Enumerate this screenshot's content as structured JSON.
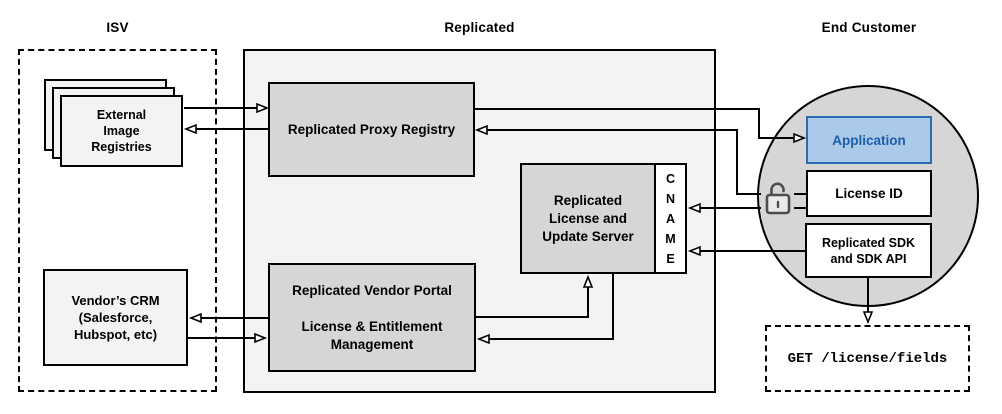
{
  "sections": {
    "isv": {
      "label": "ISV"
    },
    "replicated": {
      "label": "Replicated"
    },
    "end_customer": {
      "label": "End Customer"
    }
  },
  "nodes": {
    "external_image_registries": {
      "label": "External\nImage\nRegistries"
    },
    "replicated_proxy_registry": {
      "label": "Replicated Proxy Registry"
    },
    "replicated_license_update_server": {
      "label": "Replicated\nLicense and\nUpdate Server"
    },
    "cname": {
      "label": "C\nN\nA\nM\nE"
    },
    "replicated_vendor_portal": {
      "label": "Replicated Vendor Portal\n\nLicense & Entitlement\nManagement"
    },
    "vendors_crm": {
      "label": "Vendor’s CRM\n(Salesforce,\nHubspot, etc)"
    },
    "application": {
      "label": "Application"
    },
    "license_id": {
      "label": "License ID"
    },
    "replicated_sdk": {
      "label": "Replicated SDK\nand SDK API"
    },
    "get_license_fields": {
      "label": "GET /license/fields"
    }
  },
  "connections": [
    {
      "from": "External Image Registries",
      "to": "Replicated Proxy Registry"
    },
    {
      "from": "Replicated Proxy Registry",
      "to": "External Image Registries"
    },
    {
      "from": "Replicated Proxy Registry",
      "to": "Application"
    },
    {
      "from": "License ID",
      "to": "Replicated Proxy Registry"
    },
    {
      "from": "License ID",
      "to": "CNAME"
    },
    {
      "from": "Replicated SDK and SDK API",
      "to": "CNAME"
    },
    {
      "from": "Replicated Vendor Portal",
      "to": "Replicated License and Update Server"
    },
    {
      "from": "Replicated License and Update Server",
      "to": "Replicated Vendor Portal"
    },
    {
      "from": "Replicated Vendor Portal",
      "to": "Vendor’s CRM"
    },
    {
      "from": "Vendor’s CRM",
      "to": "Replicated Vendor Portal"
    },
    {
      "from": "Replicated SDK and SDK API",
      "to": "GET /license/fields"
    }
  ],
  "icons": {
    "lock": "open-lock-icon"
  },
  "colors": {
    "gray_fill": "#d6d6d6",
    "light_fill": "#f3f3f3",
    "app_fill": "#abc9e9",
    "app_border": "#2a6cae",
    "app_text": "#1d5fa8",
    "line": "#000000",
    "lock": "#4d4d4d"
  }
}
